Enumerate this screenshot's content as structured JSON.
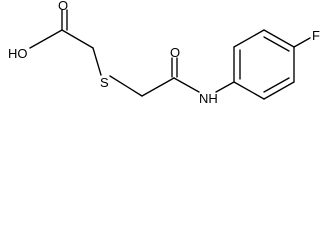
{
  "atoms": {
    "hydroxyl": "HO",
    "carboxyl_oxygen": "O",
    "sulfur": "S",
    "amide_oxygen": "O",
    "amine": "NH",
    "fluorine": "F"
  },
  "colors": {
    "bond": "#000000",
    "text": "#000000",
    "background": "#ffffff"
  }
}
